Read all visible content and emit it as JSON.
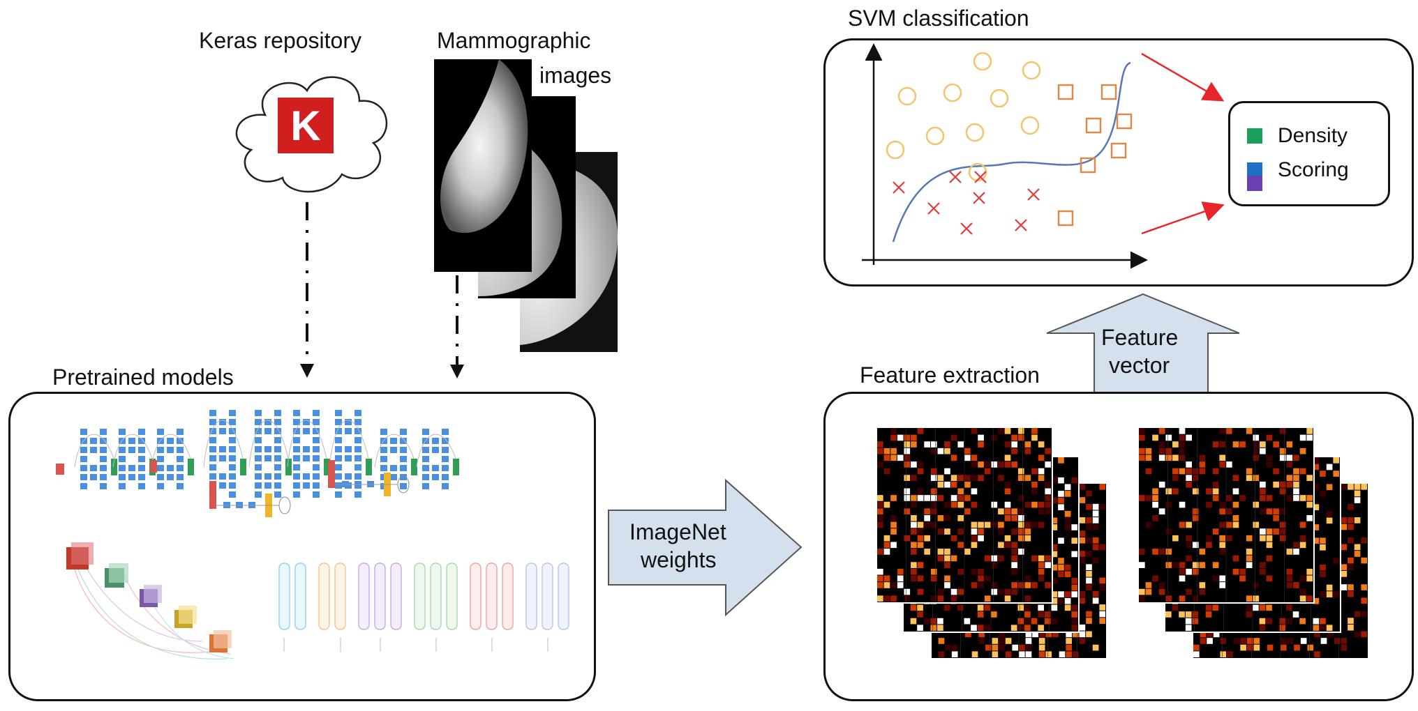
{
  "labels": {
    "keras": "Keras repository",
    "keras_logo_letter": "K",
    "mammo_line1": "Mammographic",
    "mammo_line2": "images",
    "pretrained": "Pretrained models",
    "imagenet_line1": "ImageNet",
    "imagenet_line2": "weights",
    "feature_extraction": "Feature extraction",
    "feature_vector_line1": "Feature",
    "feature_vector_line2": "vector",
    "svm": "SVM classification"
  },
  "legend": [
    {
      "label": "Density",
      "color": "#1aa05a"
    },
    {
      "label": "Scoring",
      "color": "#1f6fc4"
    },
    {
      "label": "",
      "color": "#6a3fb0"
    }
  ],
  "colors": {
    "keras_red": "#d11f1f",
    "arrow_fill": "#d4e0ee",
    "circle": "#f2c46b",
    "square": "#d98a4a",
    "cross": "#e23b3b",
    "curve": "#5577b8",
    "svm_arrow": "#e8262a"
  }
}
